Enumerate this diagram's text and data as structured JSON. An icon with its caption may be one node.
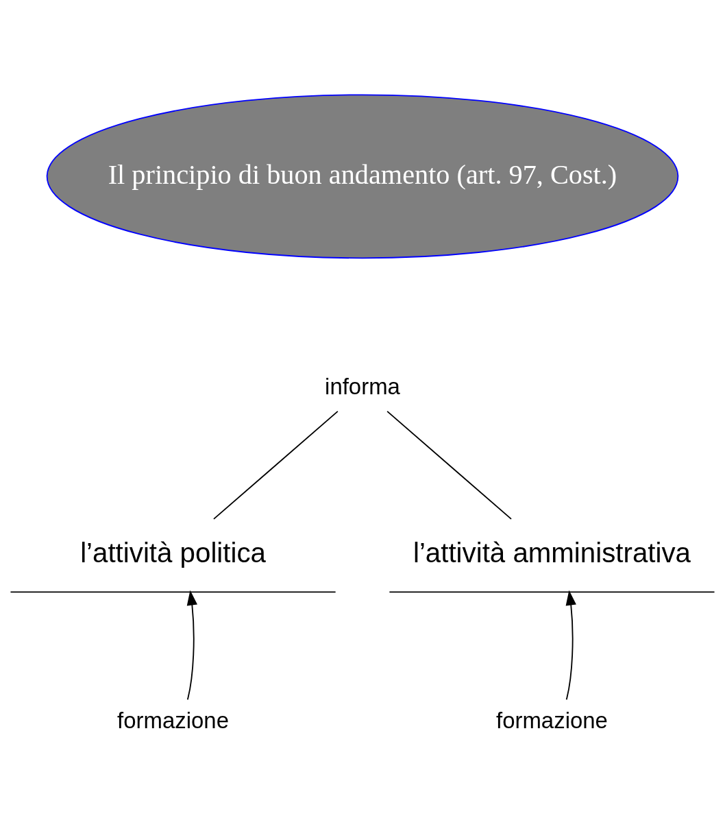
{
  "diagram": {
    "nodes": [
      {
        "text": [
          "Il principio di buon andamento (art. 97, Cost.)"
        ]
      },
      {
        "text": [
          "informa"
        ]
      },
      {
        "text": [
          "l’attività politica"
        ]
      },
      {
        "text": [
          "l’attività amministrativa"
        ]
      },
      {
        "text": [
          "formazione"
        ]
      },
      {
        "text": [
          "formazione"
        ]
      }
    ],
    "edges": [
      {
        "from": 1,
        "to": 2,
        "arrow": "none"
      },
      {
        "from": 1,
        "to": 3,
        "arrow": "none"
      },
      {
        "from": 4,
        "to": 2,
        "arrow": "to"
      },
      {
        "from": 5,
        "to": 3,
        "arrow": "to"
      }
    ]
  }
}
